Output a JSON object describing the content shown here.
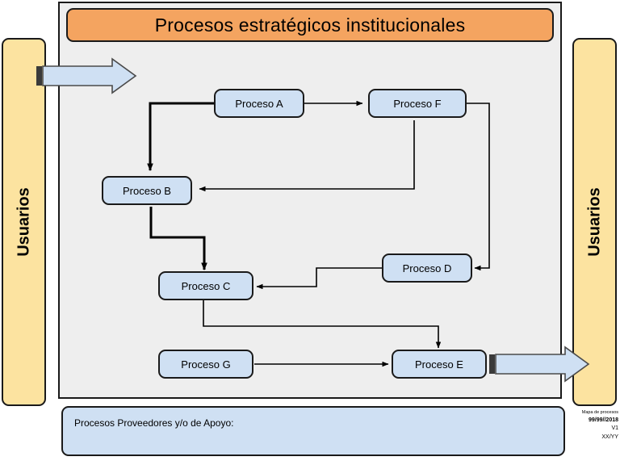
{
  "title": {
    "text": "Procesos estratégicos institucionales"
  },
  "lanes": {
    "left_label": "Usuarios",
    "right_label": "Usuarios"
  },
  "processes": [
    {
      "id": "A",
      "label": "Proceso A"
    },
    {
      "id": "F",
      "label": "Proceso F"
    },
    {
      "id": "B",
      "label": "Proceso B"
    },
    {
      "id": "D",
      "label": "Proceso D"
    },
    {
      "id": "C",
      "label": "Proceso C"
    },
    {
      "id": "G",
      "label": "Proceso G"
    },
    {
      "id": "E",
      "label": "Proceso E"
    }
  ],
  "footer": {
    "label": "Procesos Proveedores y/o de Apoyo:"
  },
  "metadata": {
    "line1": "Mapa de procesos",
    "line2": "99/99//2018",
    "line3": "V1",
    "line4": "XX/YY"
  },
  "colors": {
    "title_banner": "#f4a460",
    "lane": "#fce3a0",
    "process_box": "#cfe0f3",
    "panel_background": "#eeeeee",
    "arrow_block": "#cfe0f3",
    "stroke": "#1a1a1a"
  },
  "icons": {
    "input_arrow": "block-arrow-right-icon",
    "output_arrow": "block-arrow-right-icon"
  }
}
